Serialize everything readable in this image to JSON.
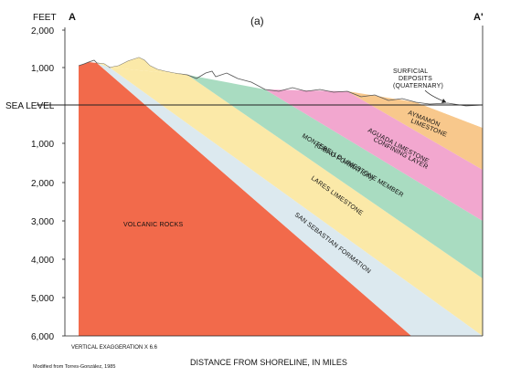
{
  "header": {
    "feet_label": "FEET",
    "section_start": "A",
    "section_end": "A'",
    "panel_label": "(a)"
  },
  "axis": {
    "sea_level_label": "SEA LEVEL",
    "above_ticks": [
      "2,000",
      "1,000"
    ],
    "below_ticks": [
      "1,000",
      "2,000",
      "3,000",
      "4,000",
      "5,000",
      "6,000"
    ],
    "x_label": "DISTANCE FROM SHORELINE, IN MILES"
  },
  "units": {
    "surficial": [
      "SURFICIAL",
      "DEPOSITS",
      "(QUATERNARY)"
    ],
    "aymamon": [
      "AYMAMÓN",
      "LIMESTONE"
    ],
    "aguada": [
      "AGUADA LIMESTONE",
      "CONFINING LAYER"
    ],
    "montebello": [
      "MONTEBELLO LIMESTONE MEMBER",
      "(CIBAO FORMATION)"
    ],
    "lares": "LARES LIMESTONE",
    "san_sebastian": "SAN SEBASTIAN FORMATION",
    "volcanic": "VOLCANIC ROCKS"
  },
  "notes": {
    "exaggeration": "VERTICAL EXAGGERATION X 6.6",
    "source": "Modified from Torres-González, 1985"
  },
  "colors": {
    "volcanic": "#f26a4b",
    "san_sebastian": "#dce9ef",
    "lares": "#fbe9a8",
    "montebello": "#a9dcc1",
    "aguada": "#f2a7cf",
    "aymamon": "#f8c88c",
    "surficial": "#ffffff",
    "ground": "#fbe9a8"
  }
}
